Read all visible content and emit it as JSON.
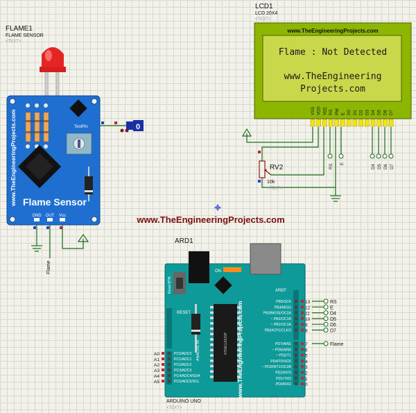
{
  "flame_module": {
    "ref": "FLAME1",
    "part": "FLAME SENSOR",
    "text_tag": "<TEXT>",
    "vertical_url": "www.TheEngineeringProjects.com",
    "board_title": "Flame Sensor",
    "pins": [
      "GND",
      "OUT",
      "Vcc"
    ],
    "testpin_label": "TestPin",
    "testpin_value": "0",
    "flame_net": "Flame"
  },
  "lcd": {
    "ref": "LCD1",
    "part": "LCD 20X4",
    "text_tag": "<TEXT>",
    "header_url": "www.TheEngineeringProjects.com",
    "line1": "Flame : Not Detected",
    "line2": "www.TheEngineering",
    "line3": "Projects.com",
    "pins": [
      "VSS",
      "VDD",
      "VEE",
      "RS",
      "RW",
      "E",
      "D0",
      "D1",
      "D2",
      "D3",
      "D4",
      "D5",
      "D6",
      "D7"
    ],
    "nets": [
      "RS",
      "E",
      "D4",
      "D5",
      "D6",
      "D7"
    ]
  },
  "pot": {
    "ref": "RV2",
    "value": "10k",
    "text_tag": "<TEXT>"
  },
  "center_caption": "www.TheEngineeringProjects.com",
  "arduino": {
    "ref": "ARD1",
    "part": "ARDUINO UNO",
    "text_tag": "<TEXT>",
    "vertical_url": "www.TheEngineeringProjects.com",
    "reset_btn": "Reset BTN",
    "on_label": "ON",
    "reset_label": "RESET",
    "analog_in": "ANALOG IN",
    "aref": "AREF",
    "chip_text": "ATMEGA328P",
    "analog_pins": [
      {
        "name": "A0",
        "func": "PC0/ADC0"
      },
      {
        "name": "A1",
        "func": "PC1/ADC1"
      },
      {
        "name": "A2",
        "func": "PC2/ADC2"
      },
      {
        "name": "A3",
        "func": "PC3/ADC3"
      },
      {
        "name": "A4",
        "func": "PC4/ADC4/SDA"
      },
      {
        "name": "A5",
        "func": "PC5/ADC5/SCL"
      }
    ],
    "digital_upper": [
      {
        "num": "13",
        "func": "PB5/SCK",
        "net": "RS"
      },
      {
        "num": "12",
        "func": "PB4/MISO",
        "net": "E"
      },
      {
        "num": "11",
        "func": "PB3/MOSI/OC2A",
        "net": "D4"
      },
      {
        "num": "10",
        "func": "~ PB2/OC1B",
        "net": "D5"
      },
      {
        "num": "9",
        "func": "~ PB1/OC1A",
        "net": "D6"
      },
      {
        "num": "8",
        "func": "PB0/ICP1/CLKO",
        "net": "D7"
      }
    ],
    "digital_lower": [
      {
        "num": "7",
        "func": "PD7/AIN1",
        "net": "Flame"
      },
      {
        "num": "6",
        "func": "~ PD6/AIN0",
        "net": ""
      },
      {
        "num": "5",
        "func": "~ PD5/T1",
        "net": ""
      },
      {
        "num": "4",
        "func": "PD4/T0/XCK",
        "net": ""
      },
      {
        "num": "3",
        "func": "~ PD3/INT1/OC2B",
        "net": ""
      },
      {
        "num": "2",
        "func": "PD2/INT0",
        "net": ""
      },
      {
        "num": "1",
        "func": "PD1/TXD",
        "net": ""
      },
      {
        "num": "0",
        "func": "PD0/RXD",
        "net": ""
      }
    ]
  },
  "colors": {
    "board_blue": "#1f6fd1",
    "arduino_teal": "#0f9a9a",
    "lcd_green": "#8db600",
    "lcd_screen": "#c8d84a",
    "wire": "#1a6b1a",
    "pin_red": "#c0242c",
    "caption_red": "#7a0e0e"
  }
}
